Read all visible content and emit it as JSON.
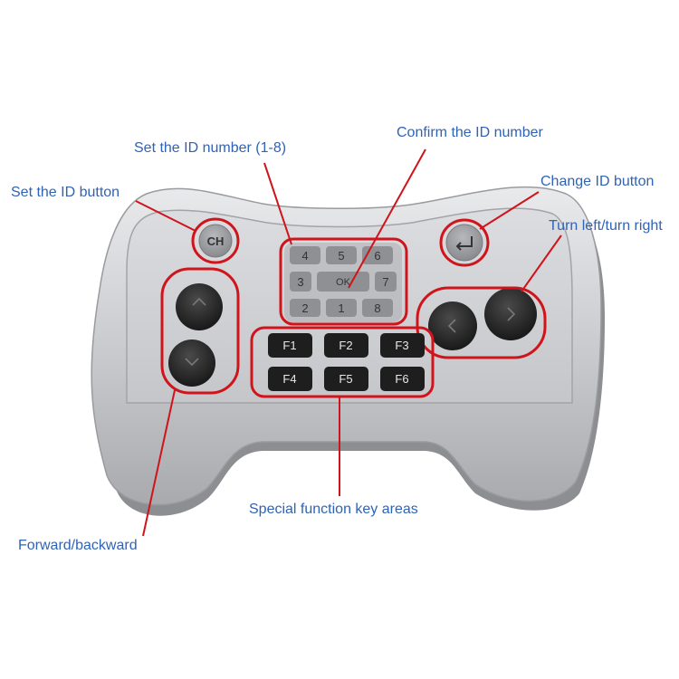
{
  "annotations": {
    "set_id_number": "Set the ID number (1-8)",
    "confirm_id_number": "Confirm the ID number",
    "set_id_button": "Set the ID button",
    "change_id_button": "Change ID button",
    "turn_left_right": "Turn left/turn right",
    "forward_backward": "Forward/backward",
    "special_function_keys": "Special function key areas"
  },
  "keypad": {
    "row1": [
      "4",
      "5",
      "6"
    ],
    "row2_left": "3",
    "ok": "OK",
    "row2_right": "7",
    "row3": [
      "2",
      "1",
      "8"
    ]
  },
  "buttons": {
    "ch": "CH",
    "function_keys": [
      "F1",
      "F2",
      "F3",
      "F4",
      "F5",
      "F6"
    ]
  },
  "colors": {
    "label_text": "#2f63b6",
    "highlight": "#d0141b",
    "body_silver": "#c9cacd",
    "key_black": "#222222"
  }
}
